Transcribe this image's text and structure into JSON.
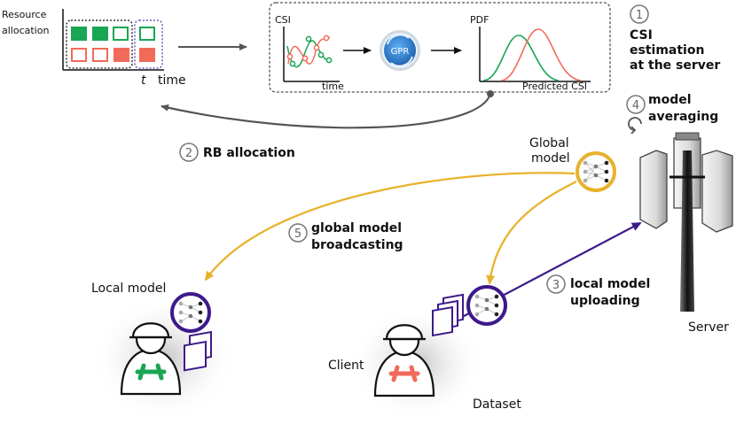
{
  "colors": {
    "green": "#1aa555",
    "red": "#f26a5a",
    "gold": "#e8b22c",
    "purple": "#3d1a8a",
    "gray_arrow": "#555555",
    "gpr_blue": "#2a7fd0"
  },
  "resource": {
    "label_line1": "Resource",
    "label_line2": "allocation",
    "axis_t": "t",
    "axis_time": "time"
  },
  "csi_panel": {
    "plot1_ylabel": "CSI",
    "plot1_xlabel": "time",
    "gpr_label": "GPR",
    "plot2_ylabel": "PDF",
    "plot2_xlabel": "Predicted CSI"
  },
  "steps": {
    "s1_num": "1",
    "s1_line1": "CSI",
    "s1_line2": "estimation",
    "s1_line3": "at the server",
    "s2_num": "2",
    "s2_label": "RB allocation",
    "s3_num": "3",
    "s3_line1": "local model",
    "s3_line2": "uploading",
    "s4_num": "4",
    "s4_line1": "model",
    "s4_line2": "averaging",
    "s5_num": "5",
    "s5_line1": "global model",
    "s5_line2": "broadcasting"
  },
  "labels": {
    "global_model_line1": "Global",
    "global_model_line2": "model",
    "local_model": "Local model",
    "client": "Client",
    "dataset": "Dataset",
    "server": "Server"
  }
}
